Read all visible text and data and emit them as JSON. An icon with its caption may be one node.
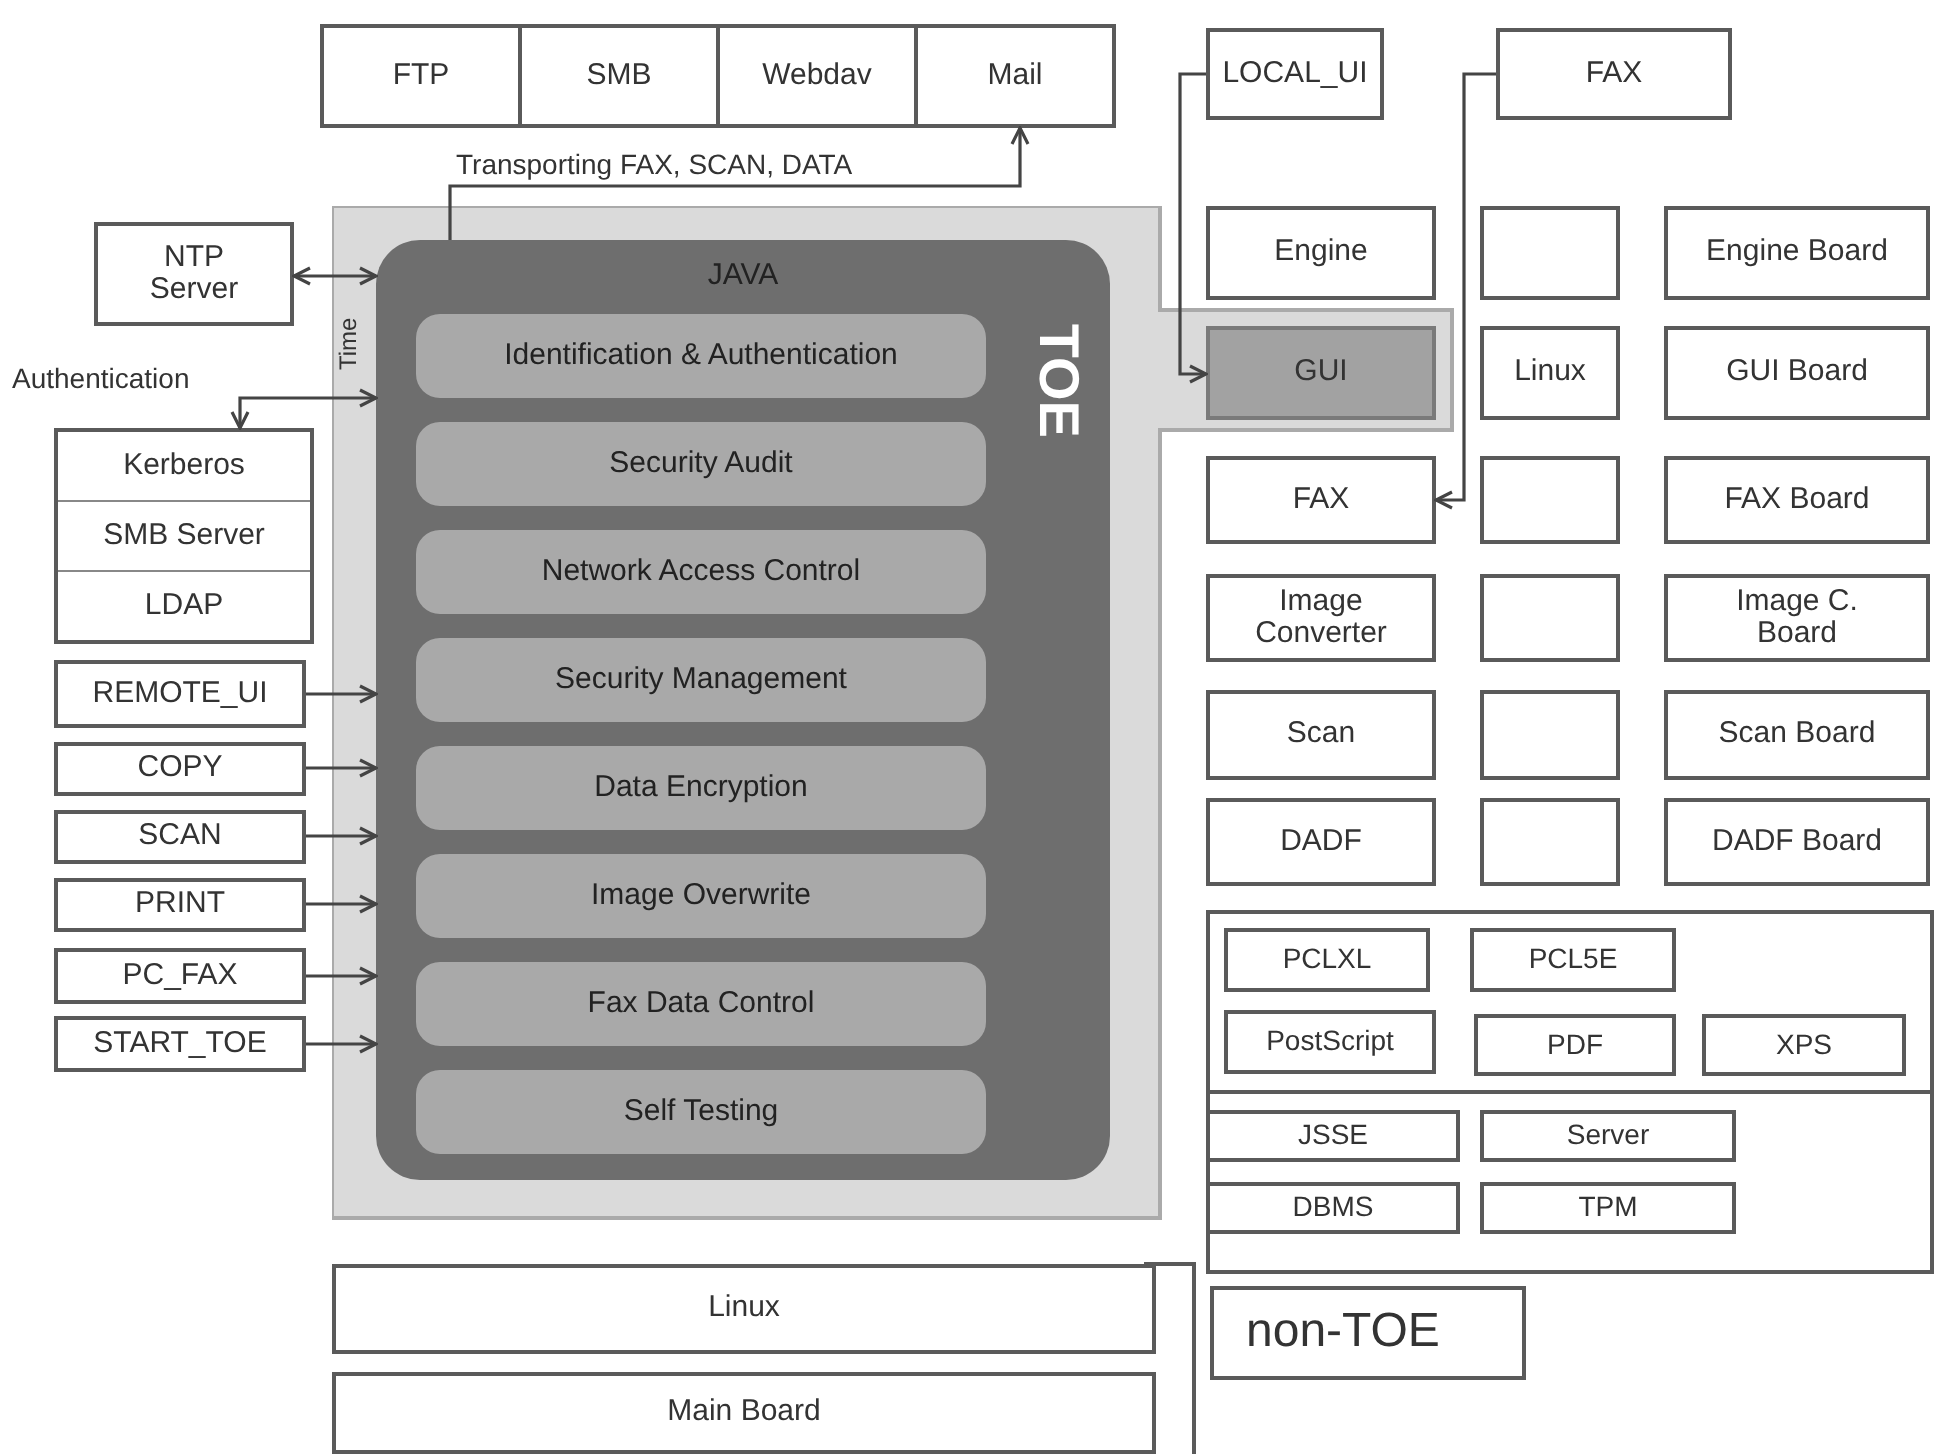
{
  "diagram": {
    "nodes": [
      {
        "text": [
          "FTP"
        ]
      },
      {
        "text": [
          "SMB"
        ]
      },
      {
        "text": [
          "Webdav"
        ]
      },
      {
        "text": [
          "Mail"
        ]
      },
      {
        "text": [
          "NTP Server"
        ]
      },
      {
        "text": [
          "Kerberos",
          "SMB Server",
          "LDAP"
        ]
      },
      {
        "text": [
          "REMOTE_UI"
        ]
      },
      {
        "text": [
          "COPY"
        ]
      },
      {
        "text": [
          "SCAN"
        ]
      },
      {
        "text": [
          "PRINT"
        ]
      },
      {
        "text": [
          "PC_FAX"
        ]
      },
      {
        "text": [
          "START_TOE"
        ]
      },
      {
        "text": [],
        "shape": "box"
      },
      {
        "text": [
          "JAVA",
          "TOE"
        ],
        "in": 12
      },
      {
        "text": [
          "Identification & Authentication"
        ],
        "in": 13
      },
      {
        "text": [
          "Security Audit"
        ],
        "in": 13
      },
      {
        "text": [
          "Network Access Control"
        ],
        "in": 13
      },
      {
        "text": [
          "Security Management"
        ],
        "in": 13
      },
      {
        "text": [
          "Data Encryption"
        ],
        "in": 13
      },
      {
        "text": [
          "Image Overwrite"
        ],
        "in": 13
      },
      {
        "text": [
          "Fax Data Control"
        ],
        "in": 13
      },
      {
        "text": [
          "Self Testing"
        ],
        "in": 13
      },
      {
        "text": [
          "GUI"
        ],
        "in": 12
      },
      {
        "text": [
          "LOCAL_UI"
        ]
      },
      {
        "text": [
          "FAX"
        ]
      },
      {
        "text": [
          "Engine"
        ]
      },
      {
        "text": [],
        "shape": "box"
      },
      {
        "text": [
          "Engine Board"
        ]
      },
      {
        "text": [
          "Linux"
        ]
      },
      {
        "text": [
          "GUI Board"
        ]
      },
      {
        "text": [
          "FAX"
        ]
      },
      {
        "text": [],
        "shape": "box"
      },
      {
        "text": [
          "FAX Board"
        ]
      },
      {
        "text": [
          "Image Converter"
        ]
      },
      {
        "text": [],
        "shape": "box"
      },
      {
        "text": [
          "Image C. Board"
        ]
      },
      {
        "text": [
          "Scan"
        ]
      },
      {
        "text": [],
        "shape": "box"
      },
      {
        "text": [
          "Scan Board"
        ]
      },
      {
        "text": [
          "DADF"
        ]
      },
      {
        "text": [],
        "shape": "box"
      },
      {
        "text": [
          "DADF Board"
        ]
      },
      {
        "text": [],
        "shape": "box"
      },
      {
        "text": [
          "PCLXL"
        ],
        "in": 42
      },
      {
        "text": [
          "PCL5E"
        ],
        "in": 42
      },
      {
        "text": [
          "PostScript"
        ],
        "in": 42
      },
      {
        "text": [
          "PDF"
        ],
        "in": 42
      },
      {
        "text": [
          "XPS"
        ],
        "in": 42
      },
      {
        "text": [
          "JSSE"
        ],
        "in": 42
      },
      {
        "text": [
          "Server"
        ],
        "in": 42
      },
      {
        "text": [
          "DBMS"
        ],
        "in": 42
      },
      {
        "text": [
          "TPM"
        ],
        "in": 42
      },
      {
        "text": [
          "non-TOE"
        ]
      },
      {
        "text": [
          "Linux"
        ]
      },
      {
        "text": [
          "Main Board"
        ]
      }
    ],
    "edges": [
      {
        "from": 13,
        "to": 3,
        "arrow": "to",
        "label": "Transporting FAX, SCAN, DATA"
      },
      {
        "from": 4,
        "to": 13,
        "arrow": "both",
        "label": "Time"
      },
      {
        "from": 5,
        "to": 13,
        "arrow": "both",
        "label": "Authentication"
      },
      {
        "from": 6,
        "to": 13,
        "arrow": "to"
      },
      {
        "from": 7,
        "to": 13,
        "arrow": "to"
      },
      {
        "from": 8,
        "to": 13,
        "arrow": "to"
      },
      {
        "from": 9,
        "to": 13,
        "arrow": "to"
      },
      {
        "from": 10,
        "to": 13,
        "arrow": "to"
      },
      {
        "from": 11,
        "to": 13,
        "arrow": "to"
      },
      {
        "from": 23,
        "to": 22,
        "arrow": "to"
      },
      {
        "from": 24,
        "to": 30,
        "arrow": "to"
      }
    ]
  }
}
